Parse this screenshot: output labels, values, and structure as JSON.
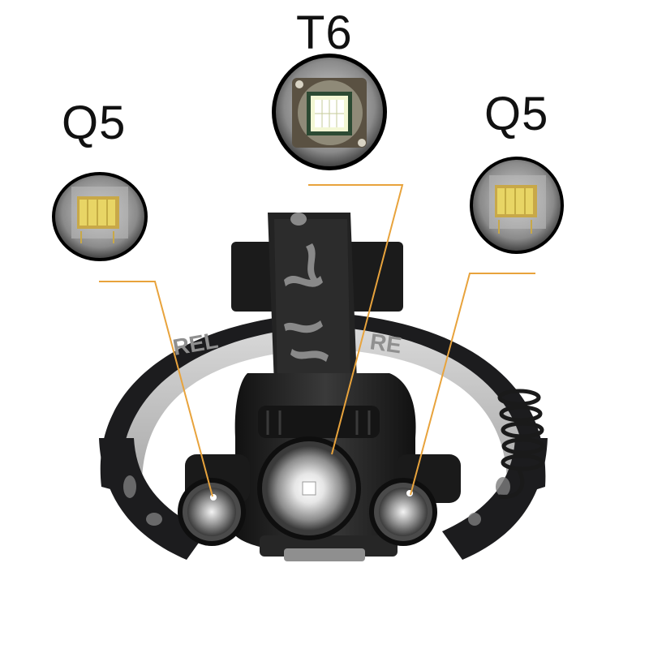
{
  "labels": {
    "center_led": "T6",
    "left_led": "Q5",
    "right_led": "Q5"
  },
  "headband_text": [
    "REL",
    "RE"
  ],
  "colors": {
    "callout_line": "#e8a33c",
    "led_chip_q5": "#e8d565",
    "led_chip_t6": "#f3f7d4",
    "headband_dark": "#1c1c1e",
    "headband_lining": "#c9c9c9"
  }
}
